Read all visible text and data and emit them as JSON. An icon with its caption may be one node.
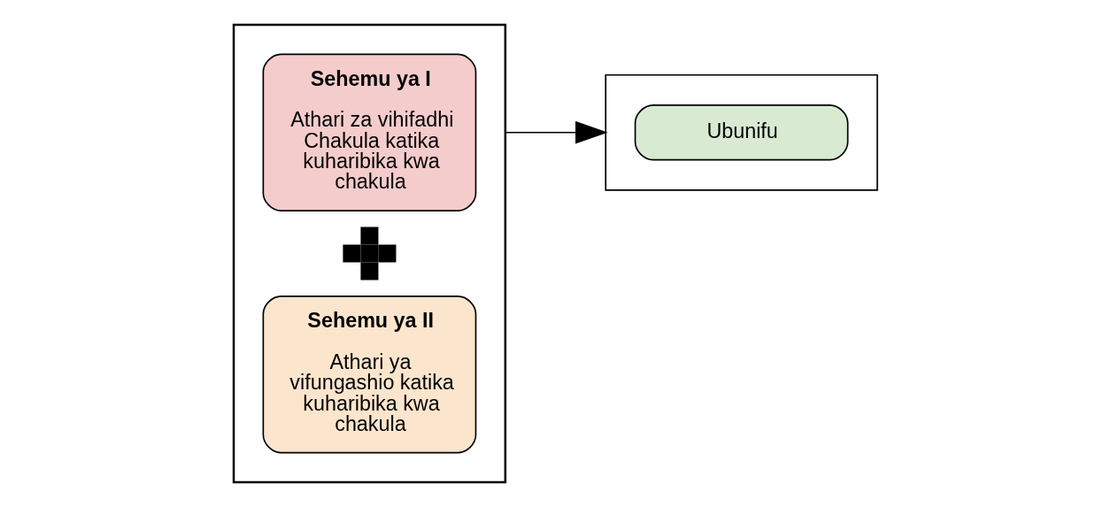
{
  "diagram": {
    "nodes": [
      {
        "text": [],
        "shape": "arrow"
      },
      {
        "text": [
          "Sehemu ya I",
          "Athari za vihifadhi Chakula katika kuharibika kwa chakula"
        ],
        "in": 0
      },
      {
        "text": [],
        "shape": "plus",
        "in": 0
      },
      {
        "text": [
          "Sehemu ya II",
          "Athari ya vifungashio katika kuharibika kwa chakula"
        ],
        "in": 0
      },
      {
        "text": [],
        "shape": "box"
      },
      {
        "text": [
          "Ubunifu"
        ],
        "in": 4
      }
    ],
    "edges": [
      {
        "from": 0,
        "to": 4,
        "arrow": "to"
      }
    ]
  }
}
